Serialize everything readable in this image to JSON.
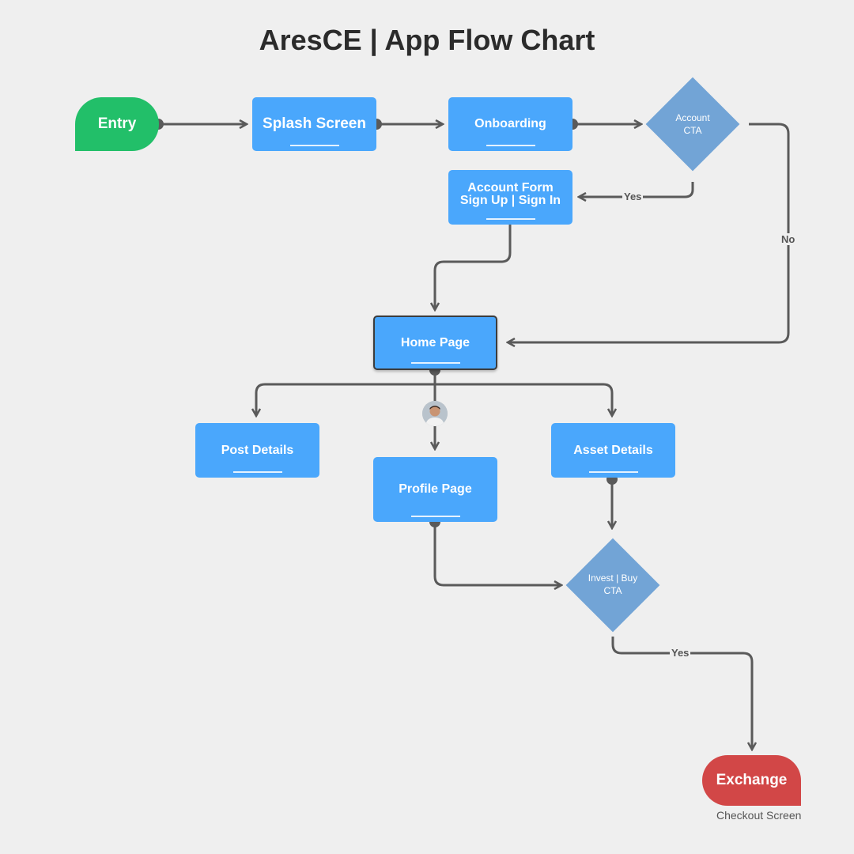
{
  "title": "AresCE | App Flow Chart",
  "nodes": {
    "entry": "Entry",
    "splash": "Splash Screen",
    "onboarding": "Onboarding",
    "account_cta": [
      "Account",
      "CTA"
    ],
    "account_form": [
      "Account Form",
      "Sign Up | Sign In"
    ],
    "home": "Home Page",
    "post": "Post Details",
    "profile": "Profile Page",
    "asset": "Asset Details",
    "invest_cta": [
      "Invest | Buy",
      "CTA"
    ],
    "exchange": "Exchange"
  },
  "edge_labels": {
    "account_yes": "Yes",
    "account_no": "No",
    "invest_yes": "Yes"
  },
  "captions": {
    "exchange": "Checkout Screen"
  },
  "colors": {
    "entry": "#22bf69",
    "process": "#4aa7fc",
    "decision": "#72a4d6",
    "exchange": "#d24747",
    "connector": "#5a5a5a",
    "background": "#efefef"
  },
  "icons": {
    "avatar": "user-avatar"
  }
}
